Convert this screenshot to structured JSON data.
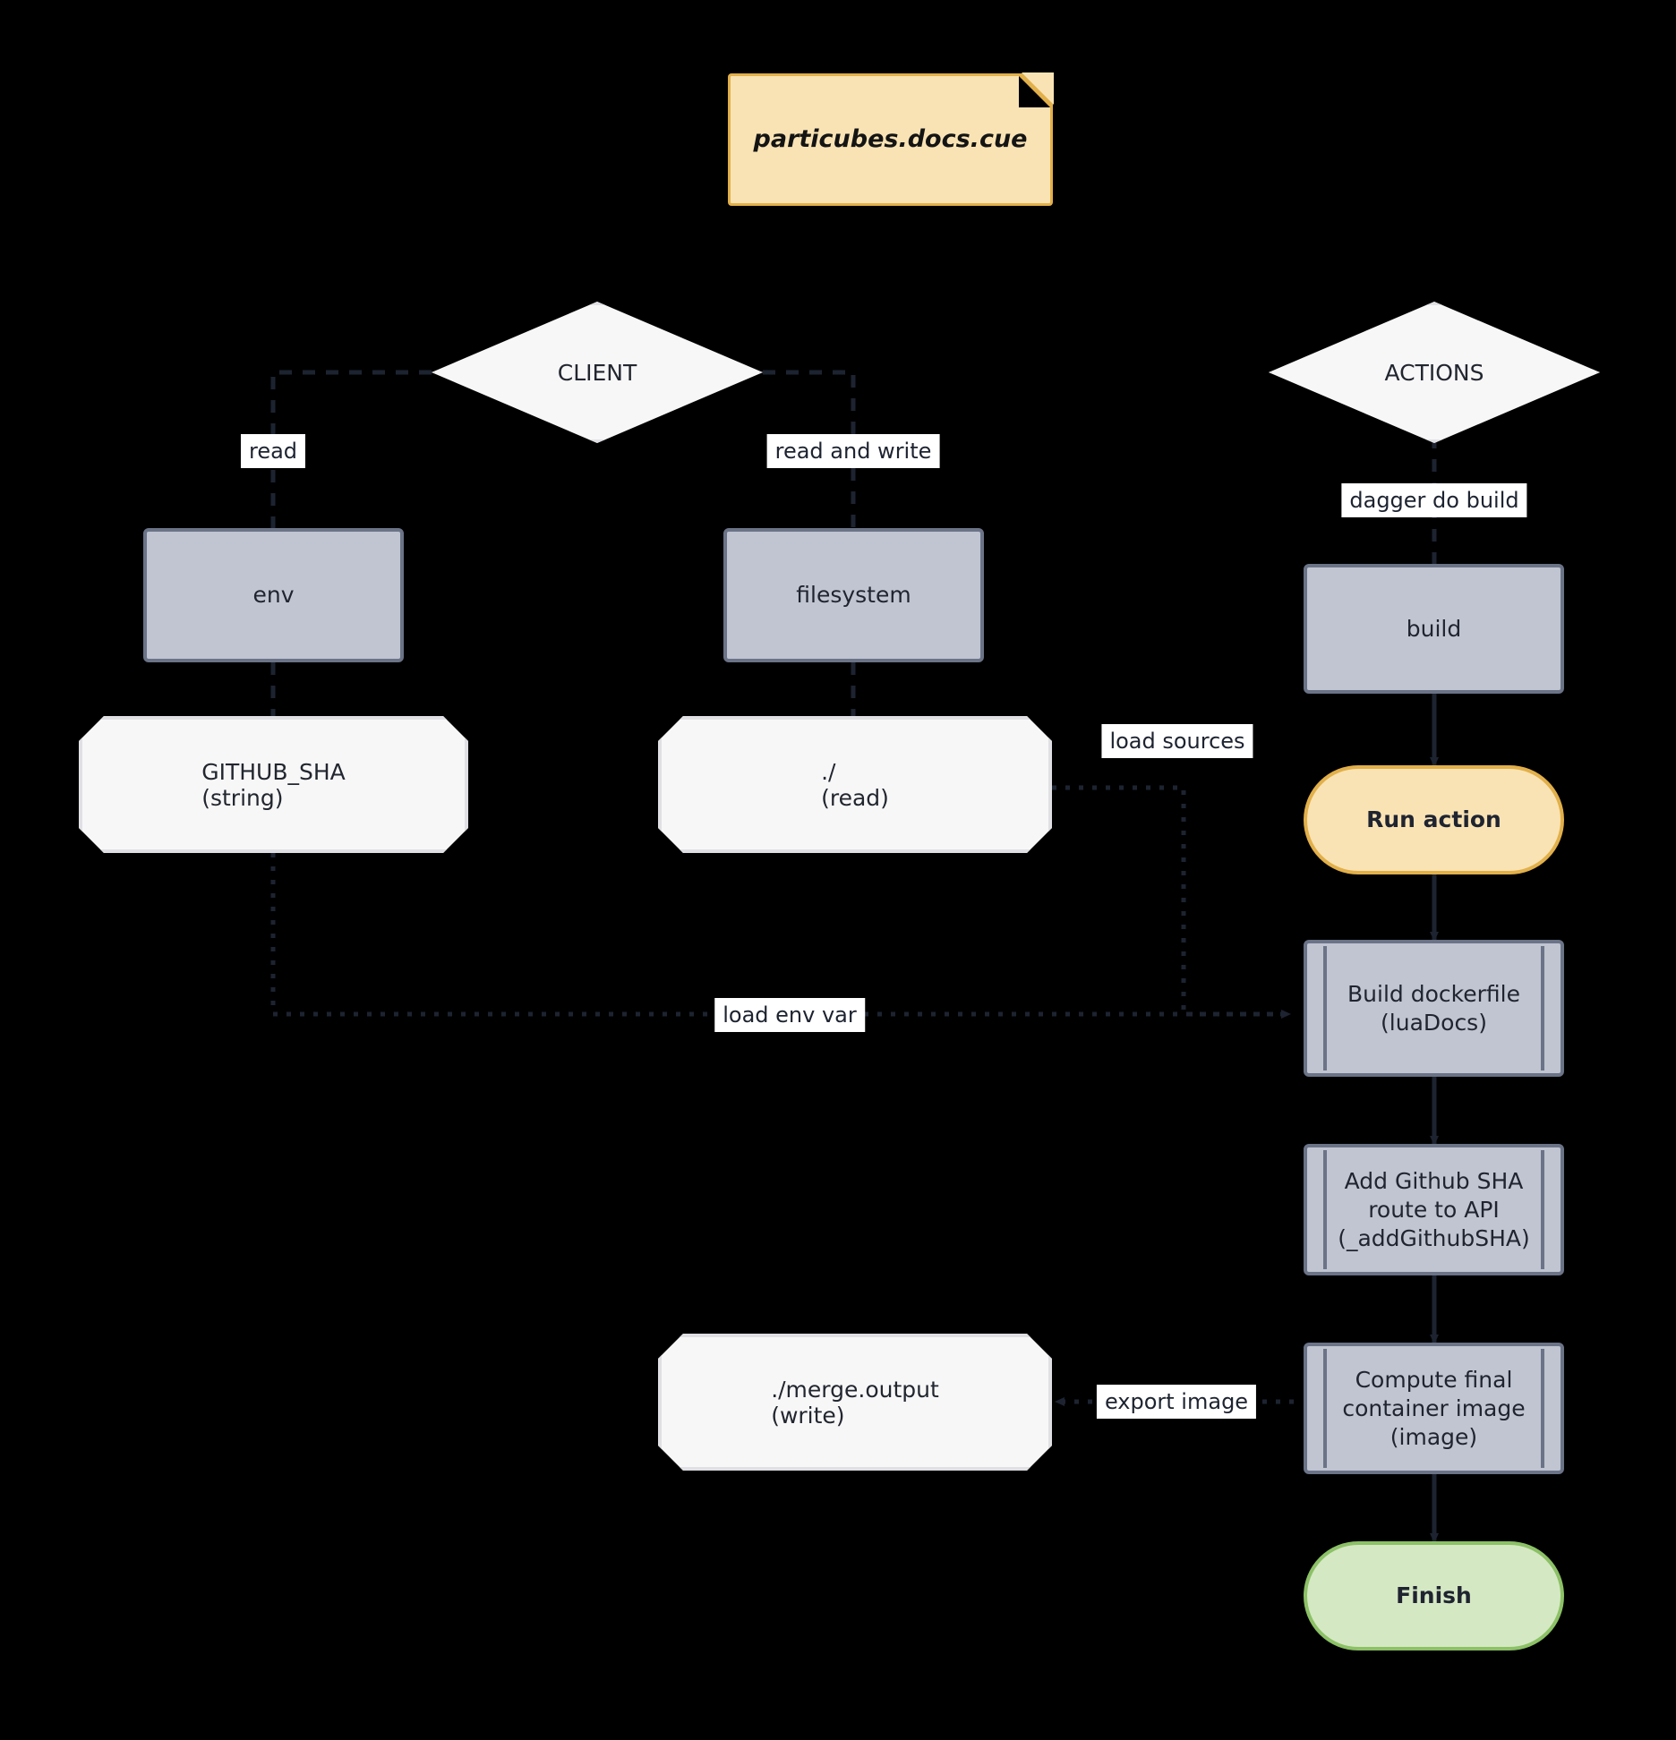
{
  "diagram": {
    "type": "flowchart",
    "title": "particubes.docs.cue dagger pipeline",
    "background": "#000000",
    "colors": {
      "note_fill": "#f9e3b4",
      "note_border": "#e2b04a",
      "process_fill": "#c0c5d1",
      "process_border": "#6b7387",
      "shape_fill": "#f7f7f8",
      "shape_border": "#e0e0e4",
      "start_fill": "#f9e3b4",
      "start_border": "#e2b04a",
      "finish_fill": "#d5e8c4",
      "finish_border": "#8cc166",
      "edge": "#1d2330",
      "label_bg": "#ffffff"
    }
  },
  "nodes": {
    "note": {
      "label": "particubes.docs.cue",
      "shape": "note"
    },
    "client": {
      "label": "CLIENT",
      "shape": "diamond"
    },
    "actions": {
      "label": "ACTIONS",
      "shape": "diamond"
    },
    "env": {
      "label": "env",
      "shape": "process"
    },
    "filesystem": {
      "label": "filesystem",
      "shape": "process"
    },
    "build": {
      "label": "build",
      "shape": "process"
    },
    "github_sha": {
      "label": "GITHUB_SHA\n(string)",
      "shape": "octagon"
    },
    "dot_read": {
      "label": "./\n(read)",
      "shape": "octagon"
    },
    "merge_output": {
      "label": "./merge.output\n(write)",
      "shape": "octagon"
    },
    "run_action": {
      "label": "Run action",
      "shape": "capsule-start"
    },
    "build_dockerfile": {
      "label": "Build dockerfile\n(luaDocs)",
      "shape": "subroutine"
    },
    "add_github_sha": {
      "label": "Add Github SHA\nroute to API\n(_addGithubSHA)",
      "shape": "subroutine"
    },
    "compute_image": {
      "label": "Compute final\ncontainer image\n(image)",
      "shape": "subroutine"
    },
    "finish": {
      "label": "Finish",
      "shape": "capsule-end"
    }
  },
  "edges": [
    {
      "from": "client",
      "to": "env",
      "label": "read",
      "style": "dashed"
    },
    {
      "from": "client",
      "to": "filesystem",
      "label": "read and write",
      "style": "dashed"
    },
    {
      "from": "actions",
      "to": "build",
      "label": "dagger do build",
      "style": "dashed"
    },
    {
      "from": "env",
      "to": "github_sha",
      "label": "",
      "style": "dashed"
    },
    {
      "from": "filesystem",
      "to": "dot_read",
      "label": "",
      "style": "dashed"
    },
    {
      "from": "build",
      "to": "run_action",
      "label": "",
      "style": "solid-arrow"
    },
    {
      "from": "dot_read",
      "to": "build_dockerfile",
      "label": "load sources",
      "style": "dotted-arrow"
    },
    {
      "from": "github_sha",
      "to": "build_dockerfile",
      "label": "load env var",
      "style": "dotted-arrow"
    },
    {
      "from": "run_action",
      "to": "build_dockerfile",
      "label": "",
      "style": "solid-arrow"
    },
    {
      "from": "build_dockerfile",
      "to": "add_github_sha",
      "label": "",
      "style": "solid-arrow"
    },
    {
      "from": "add_github_sha",
      "to": "compute_image",
      "label": "",
      "style": "solid-arrow"
    },
    {
      "from": "compute_image",
      "to": "merge_output",
      "label": "export image",
      "style": "dotted-arrow"
    },
    {
      "from": "compute_image",
      "to": "finish",
      "label": "",
      "style": "solid-arrow"
    }
  ],
  "edge_labels": {
    "read": "read",
    "read_and_write": "read and write",
    "dagger_do_build": "dagger do build",
    "load_sources": "load sources",
    "load_env_var": "load env var",
    "export_image": "export image"
  }
}
